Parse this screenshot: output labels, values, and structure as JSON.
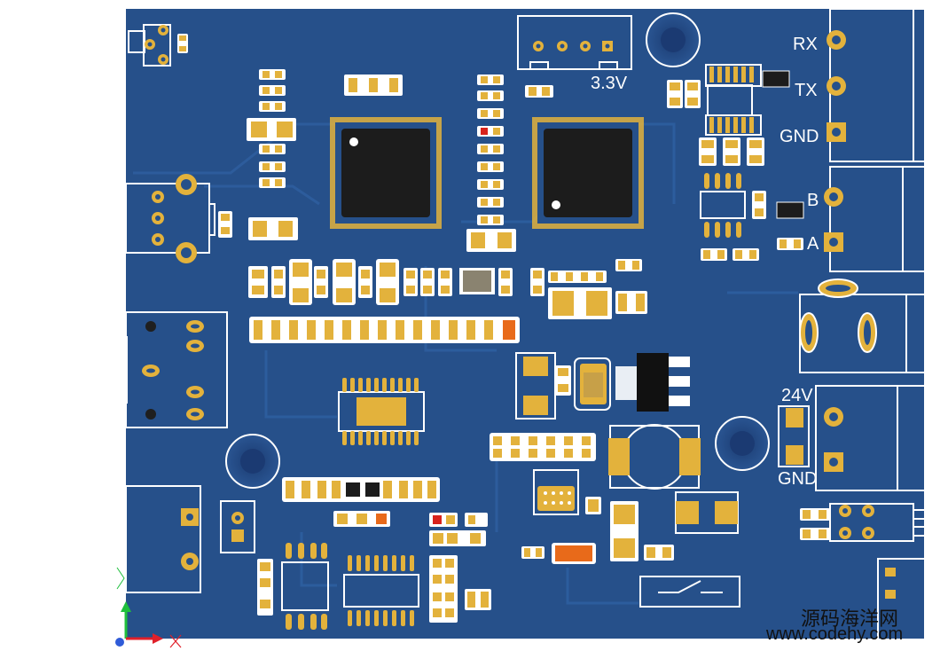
{
  "board": {
    "labels": {
      "rx": "RX",
      "tx": "TX",
      "gnd_top": "GND",
      "b": "B",
      "a": "A",
      "v33": "3.3V",
      "v24": "24V",
      "gnd_bottom": "GND"
    },
    "colors": {
      "board": "#26508a",
      "trace": "#2c5a98",
      "pad": "#e3b23c",
      "chip": "#1c1c1c",
      "silkscreen": "#ffffff",
      "hole": "#1d3d75",
      "axis_x": "#e0202a",
      "axis_y": "#1fbf3c",
      "axis_z": "#2f5bd8"
    }
  },
  "watermark": {
    "title": "源码海洋网",
    "url": "www.codehy.com"
  }
}
